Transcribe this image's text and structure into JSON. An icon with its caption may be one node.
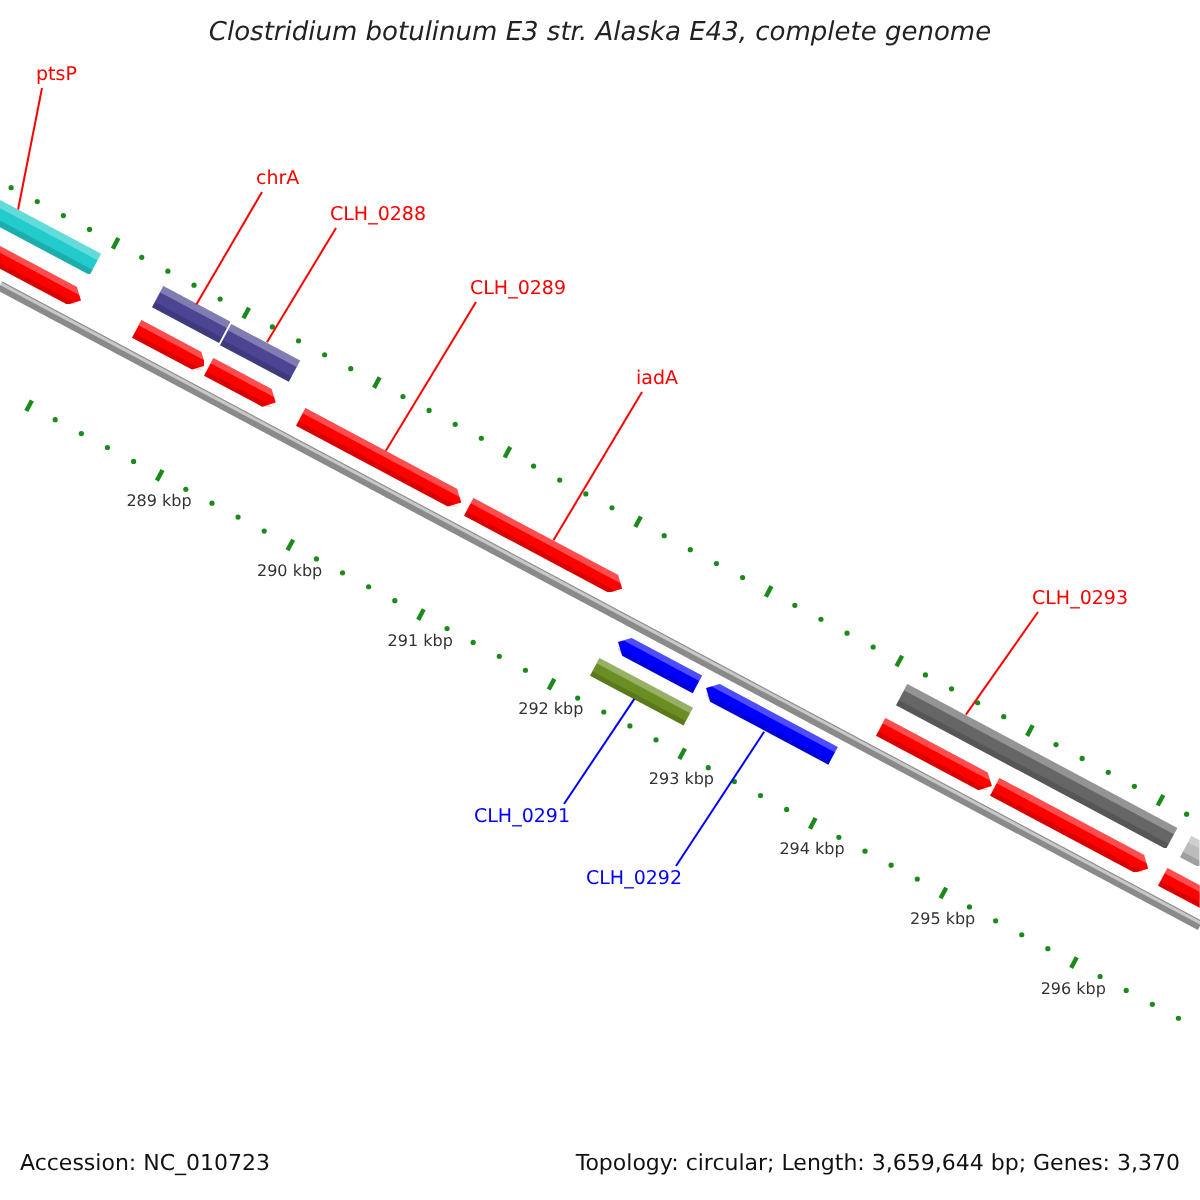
{
  "diagram": {
    "title": "Clostridium botulinum E3 str. Alaska E43, complete genome",
    "nodes": [
      {
        "text": [
          "ptsP"
        ]
      },
      {
        "text": [
          "chrA"
        ]
      },
      {
        "text": [
          "CLH_0288"
        ]
      },
      {
        "text": [
          "CLH_0289"
        ]
      },
      {
        "text": [
          "iadA"
        ]
      },
      {
        "text": [
          "CLH_0293"
        ]
      },
      {
        "text": [
          "CLH_0291"
        ]
      },
      {
        "text": [
          "CLH_0292"
        ]
      },
      {
        "text": [],
        "shape": "bar"
      },
      {
        "text": [],
        "shape": "bar"
      },
      {
        "text": [],
        "shape": "bar"
      },
      {
        "text": [],
        "shape": "bar"
      },
      {
        "text": [],
        "shape": "bar"
      },
      {
        "text": [],
        "shape": "bar"
      },
      {
        "text": [],
        "shape": "bar"
      },
      {
        "text": [],
        "shape": "bar"
      },
      {
        "text": [],
        "shape": "bar"
      },
      {
        "text": [],
        "shape": "bar"
      },
      {
        "text": [],
        "shape": "bar"
      },
      {
        "text": [],
        "shape": "bar"
      },
      {
        "text": [],
        "shape": "bar"
      },
      {
        "text": [],
        "shape": "bar"
      },
      {
        "text": [],
        "shape": "bar"
      },
      {
        "text": [],
        "shape": "bar"
      }
    ],
    "edges": [
      {
        "from": 0,
        "to": 8,
        "arrow": "none"
      },
      {
        "from": 1,
        "to": 10,
        "arrow": "none"
      },
      {
        "from": 2,
        "to": 12,
        "arrow": "none"
      },
      {
        "from": 3,
        "to": 14,
        "arrow": "none"
      },
      {
        "from": 4,
        "to": 15,
        "arrow": "none"
      },
      {
        "from": 5,
        "to": 20,
        "arrow": "none"
      },
      {
        "from": 6,
        "to": 16,
        "arrow": "none",
        "color": "#0000ff"
      },
      {
        "from": 7,
        "to": 18,
        "arrow": "none",
        "color": "#0000ff"
      }
    ],
    "labels": [
      "289 kbp",
      "290 kbp",
      "291 kbp",
      "292 kbp",
      "293 kbp",
      "294 kbp",
      "295 kbp",
      "296 kbp",
      "Accession: NC_010723",
      "Topology: circular; Length: 3,659,644 bp; Genes: 3,370"
    ]
  }
}
